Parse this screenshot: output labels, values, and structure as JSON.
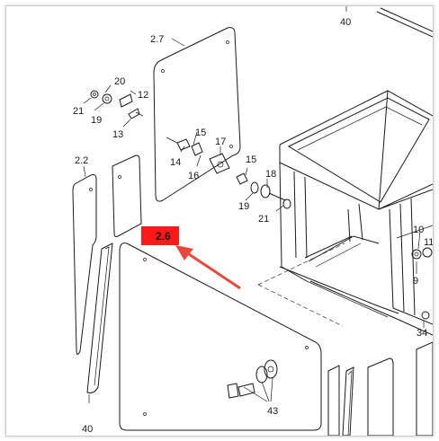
{
  "diagram": {
    "labels": {
      "l40_top": "40",
      "l2_7": "2.7",
      "l20": "20",
      "l21_left": "21",
      "l19_left": "19",
      "l12": "12",
      "l13": "13",
      "l15_a": "15",
      "l14": "14",
      "l16": "16",
      "l17": "17",
      "l15_b": "15",
      "l18": "18",
      "l19_right": "19",
      "l21_right": "21",
      "l2_2": "2.2",
      "l2_6": "2.6",
      "l10": "10",
      "l11": "11",
      "l9": "9",
      "l34": "34",
      "l43": "43",
      "l40_bottom": "40"
    },
    "highlight": {
      "color": "#ff1a1a",
      "arrow_color": "#e8473c"
    }
  }
}
